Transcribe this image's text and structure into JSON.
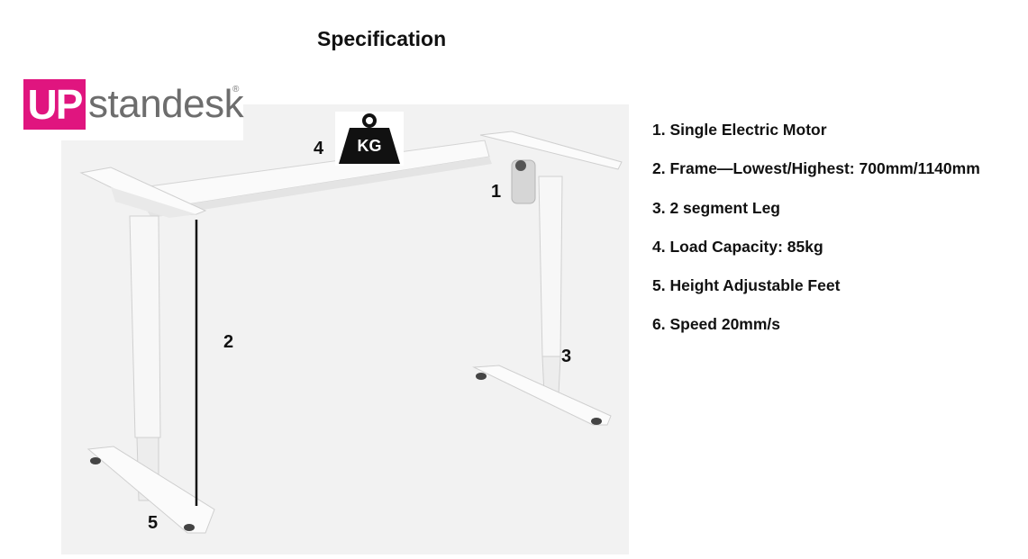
{
  "header": {
    "title": "Specification"
  },
  "brand": {
    "logo_mark": "UP",
    "logo_word": "standesk",
    "registered": "®",
    "brand_color": "#e0157f"
  },
  "diagram": {
    "weight_icon_label": "KG",
    "callouts": [
      "1",
      "2",
      "3",
      "4",
      "5"
    ]
  },
  "specs": {
    "items": [
      "1. Single Electric Motor",
      "2. Frame—Lowest/Highest: 700mm/1140mm",
      "3. 2 segment Leg",
      "4. Load Capacity: 85kg",
      "5. Height Adjustable Feet",
      "6. Speed 20mm/s"
    ]
  }
}
